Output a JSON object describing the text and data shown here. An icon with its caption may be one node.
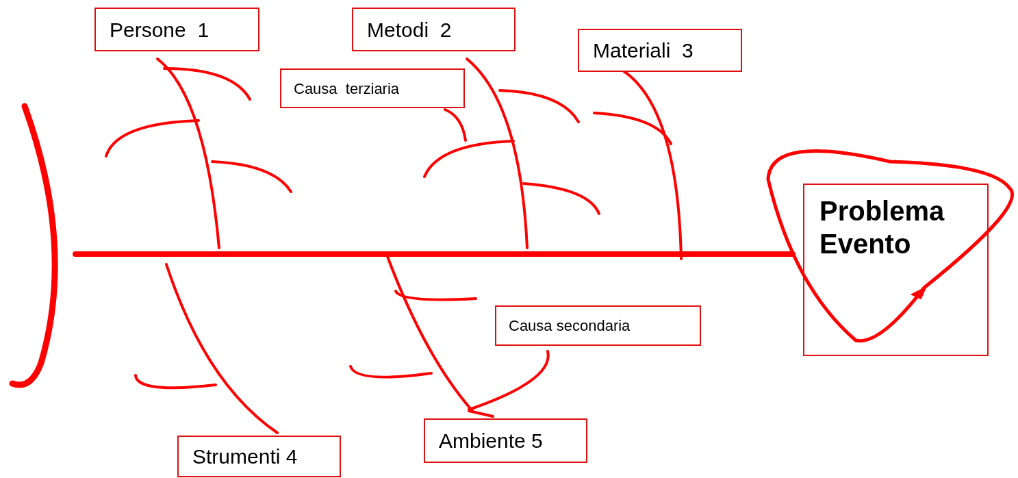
{
  "diagram": {
    "nodes": [
      {
        "text": [
          "Persone  1"
        ]
      },
      {
        "text": [
          "Metodi  2"
        ]
      },
      {
        "text": [
          "Materiali  3"
        ]
      },
      {
        "text": [
          "Causa  terziaria"
        ]
      },
      {
        "text": [
          "Causa secondaria"
        ]
      },
      {
        "text": [
          "Strumenti 4"
        ]
      },
      {
        "text": [
          "Ambiente 5"
        ]
      },
      {
        "text": [
          "Problema Evento"
        ]
      }
    ]
  }
}
